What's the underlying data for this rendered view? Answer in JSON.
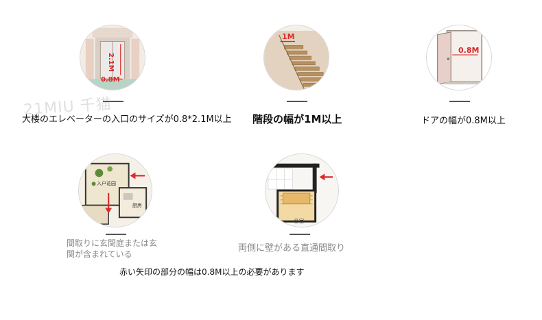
{
  "items": [
    {
      "caption": "大楼のエレベーターの入口のサイズが0.8*2.1M以上",
      "labels": {
        "width": "0.8M",
        "height": "2.1M"
      }
    },
    {
      "caption": "階段の幅が1M以上",
      "labels": {
        "width": "1M"
      }
    },
    {
      "caption": "ドアの幅が0.8M以上",
      "labels": {
        "width": "0.8M"
      }
    },
    {
      "caption_lines": [
        "間取りに玄関庭または玄",
        "関が含まれている"
      ],
      "labels": {
        "garden": "入户花园",
        "kitchen": "厨房"
      }
    },
    {
      "caption": "両側に壁がある直通間取り",
      "labels": {
        "bedroom": "卧室"
      }
    }
  ],
  "footnote": "赤い矢印の部分の幅は0.8M以上の必要があります",
  "watermark": "21MIU 千猫",
  "colors": {
    "accent_red": "#d82a2a",
    "muted_text": "#8a8a8a",
    "border": "#d6d6d6"
  }
}
